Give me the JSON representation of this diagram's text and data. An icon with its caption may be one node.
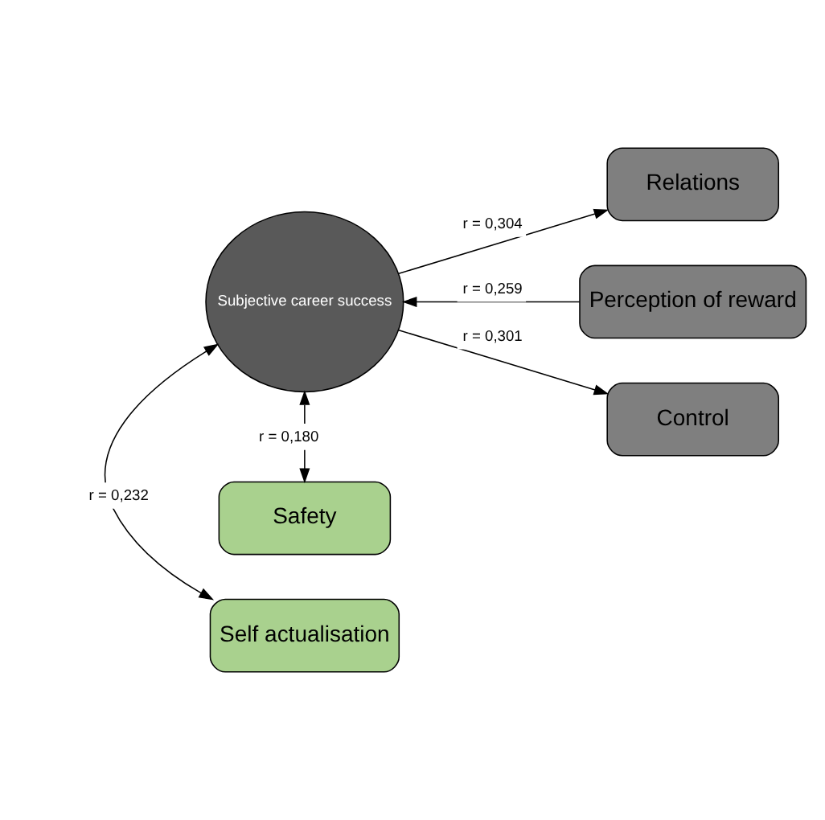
{
  "diagram": {
    "nodes": [
      {
        "text": [
          "Self actualisation"
        ]
      },
      {
        "text": [
          "Subjective career success"
        ]
      },
      {
        "text": [
          "Relations"
        ]
      },
      {
        "text": [
          "Perception of reward"
        ]
      },
      {
        "text": [
          "Control"
        ]
      },
      {
        "text": [
          "Safety"
        ]
      }
    ],
    "edges": [
      {
        "from": 1,
        "to": 0,
        "arrow": "both",
        "label": "r = 0,232"
      },
      {
        "from": 1,
        "to": 2,
        "arrow": "to",
        "label": "r = 0,304"
      },
      {
        "from": 3,
        "to": 1,
        "arrow": "to",
        "label": "r = 0,259"
      },
      {
        "from": 1,
        "to": 4,
        "arrow": "to",
        "label": "r = 0,301"
      },
      {
        "from": 1,
        "to": 5,
        "arrow": "both",
        "label": "r = 0,180"
      }
    ]
  }
}
